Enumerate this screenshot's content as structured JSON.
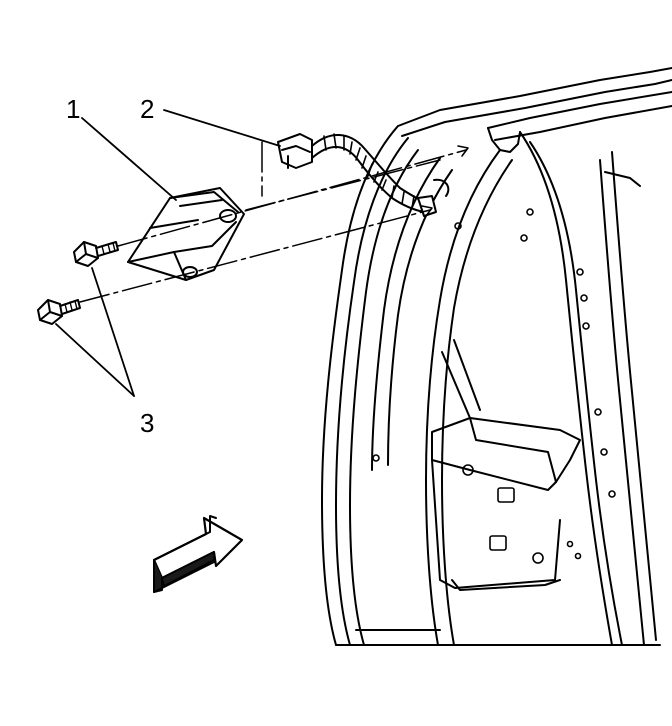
{
  "callouts": {
    "c1": "1",
    "c2": "2",
    "c3": "3"
  },
  "colors": {
    "line": "#000000",
    "fill": "#ffffff",
    "arrow_shade": "#1a1a1a"
  }
}
